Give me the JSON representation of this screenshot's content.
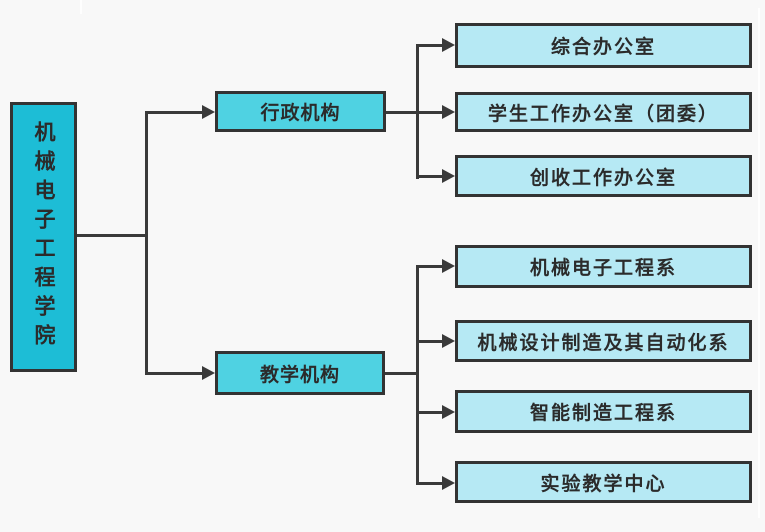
{
  "colors": {
    "background": "#f8f8f8",
    "root_fill": "#1dbdd6",
    "branch_fill": "#4fd2e2",
    "leaf_fill": "#b6e9f4",
    "box_border": "#333333",
    "connector": "#3a3a3a",
    "text": "#2b2b2b"
  },
  "org_chart": {
    "root": {
      "label": "机械电子工程学院"
    },
    "branches": [
      {
        "label": "行政机构",
        "children": [
          {
            "label": "综合办公室"
          },
          {
            "label": "学生工作办公室（团委）"
          },
          {
            "label": "创收工作办公室"
          }
        ]
      },
      {
        "label": "教学机构",
        "children": [
          {
            "label": "机械电子工程系"
          },
          {
            "label": "机械设计制造及其自动化系"
          },
          {
            "label": "智能制造工程系"
          },
          {
            "label": "实验教学中心"
          }
        ]
      }
    ]
  }
}
